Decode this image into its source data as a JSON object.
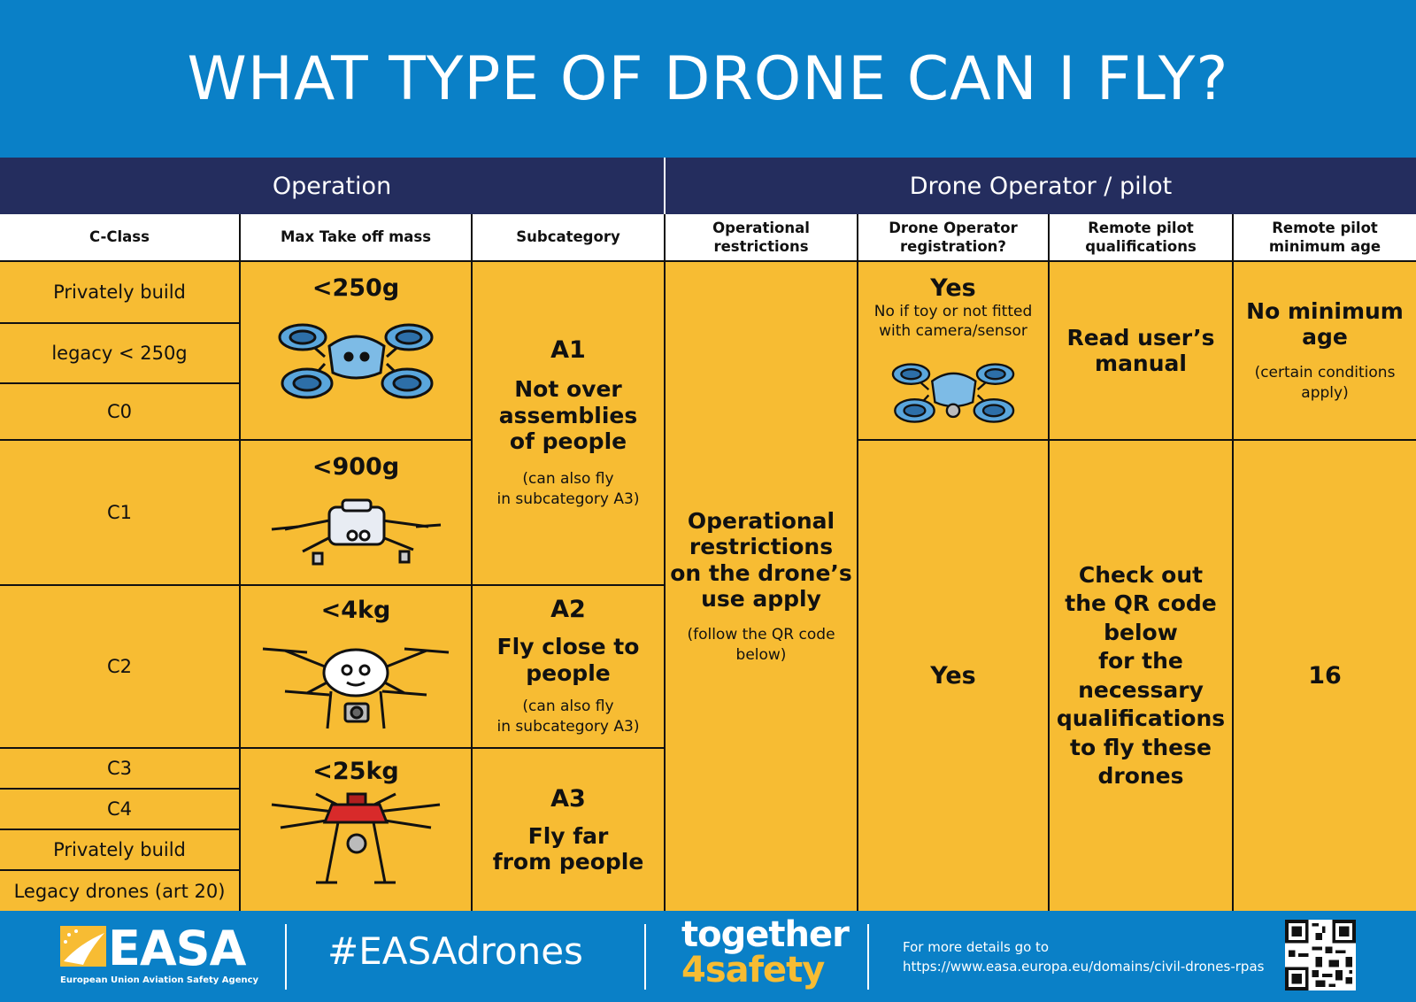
{
  "title": "WHAT TYPE OF DRONE CAN I FLY?",
  "sections": {
    "operation": "Operation",
    "operator": "Drone Operator / pilot"
  },
  "columns": {
    "c_class": "C-Class",
    "max_mass": "Max Take off mass",
    "subcategory": "Subcategory",
    "op_restrictions": [
      "Operational",
      "restrictions"
    ],
    "registration": [
      "Drone Operator",
      "registration?"
    ],
    "qualifications": [
      "Remote pilot",
      "qualifications"
    ],
    "min_age": [
      "Remote pilot",
      "minimum age"
    ]
  },
  "classes": [
    "Privately build",
    "legacy < 250g",
    "C0",
    "C1",
    "C2",
    "C3",
    "C4",
    "Privately build",
    "Legacy drones (art 20)"
  ],
  "masses": [
    "<250g",
    "<900g",
    "<4kg",
    "<25kg"
  ],
  "subcategories": [
    {
      "code": "A1",
      "lines": [
        "Not over",
        "assemblies",
        "of people"
      ],
      "note": [
        "(can also fly",
        "in subcategory A3)"
      ]
    },
    {
      "code": "A2",
      "lines": [
        "Fly close to",
        "people"
      ],
      "note": [
        "(can also fly",
        "in subcategory A3)"
      ]
    },
    {
      "code": "A3",
      "lines": [
        "Fly far",
        "from people"
      ]
    }
  ],
  "op_restrictions": {
    "lines": [
      "Operational",
      "restrictions",
      "on the drone’s",
      "use apply"
    ],
    "note": [
      "(follow the QR code",
      "below)"
    ]
  },
  "registration": {
    "top": {
      "answer": "Yes",
      "note": [
        "No if toy or not fitted",
        "with camera/sensor"
      ]
    },
    "bottom": {
      "answer": "Yes"
    }
  },
  "qualifications": {
    "top": [
      "Read user’s",
      "manual"
    ],
    "bottom": [
      "Check out",
      "the QR code",
      "below",
      "for the necessary",
      "qualifications",
      "to fly these",
      "drones"
    ]
  },
  "min_age": {
    "top": {
      "lines": [
        "No minimum",
        "age"
      ],
      "note": [
        "(certain conditions",
        "apply)"
      ]
    },
    "bottom": "16"
  },
  "footer": {
    "logo_text": "EASA",
    "agency": "European Union Aviation Safety Agency",
    "hashtag": "#EASAdrones",
    "slogan": [
      "together",
      "4safety"
    ],
    "details_label": "For more details go to",
    "details_url": "https://www.easa.europa.eu/domains/civil-drones-rpas"
  },
  "colors": {
    "blue": "#0a80c7",
    "navy": "#242d5e",
    "yellow": "#f7bc33",
    "drone_blue": "#5aa6dc",
    "drone_red": "#d82a2a"
  }
}
